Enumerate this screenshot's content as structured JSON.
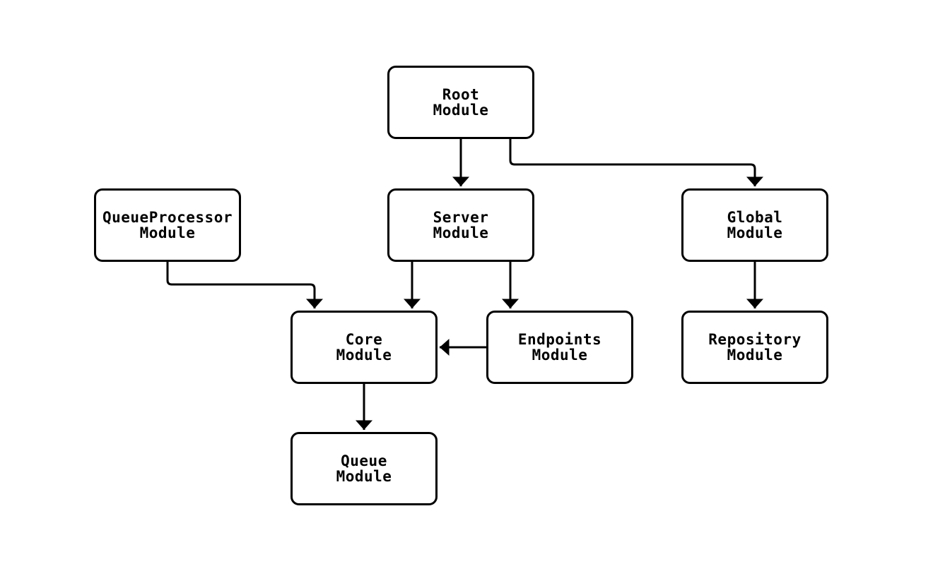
{
  "diagram": {
    "type": "flowchart",
    "direction": "top-down",
    "colors": {
      "background": "#ffffff",
      "node_fill": "#ffffff",
      "node_border": "#000000",
      "edge": "#000000",
      "text": "#000000"
    },
    "nodes": [
      {
        "id": "root",
        "label": "Root\nModule"
      },
      {
        "id": "server",
        "label": "Server\nModule"
      },
      {
        "id": "global",
        "label": "Global\nModule"
      },
      {
        "id": "queueprocessor",
        "label": "QueueProcessor\nModule"
      },
      {
        "id": "core",
        "label": "Core\nModule"
      },
      {
        "id": "endpoints",
        "label": "Endpoints\nModule"
      },
      {
        "id": "repository",
        "label": "Repository\nModule"
      },
      {
        "id": "queue",
        "label": "Queue\nModule"
      }
    ],
    "edges": [
      {
        "from": "root",
        "to": "server"
      },
      {
        "from": "root",
        "to": "global"
      },
      {
        "from": "queueprocessor",
        "to": "core"
      },
      {
        "from": "server",
        "to": "core"
      },
      {
        "from": "server",
        "to": "endpoints"
      },
      {
        "from": "endpoints",
        "to": "core"
      },
      {
        "from": "global",
        "to": "repository"
      },
      {
        "from": "core",
        "to": "queue"
      }
    ]
  }
}
